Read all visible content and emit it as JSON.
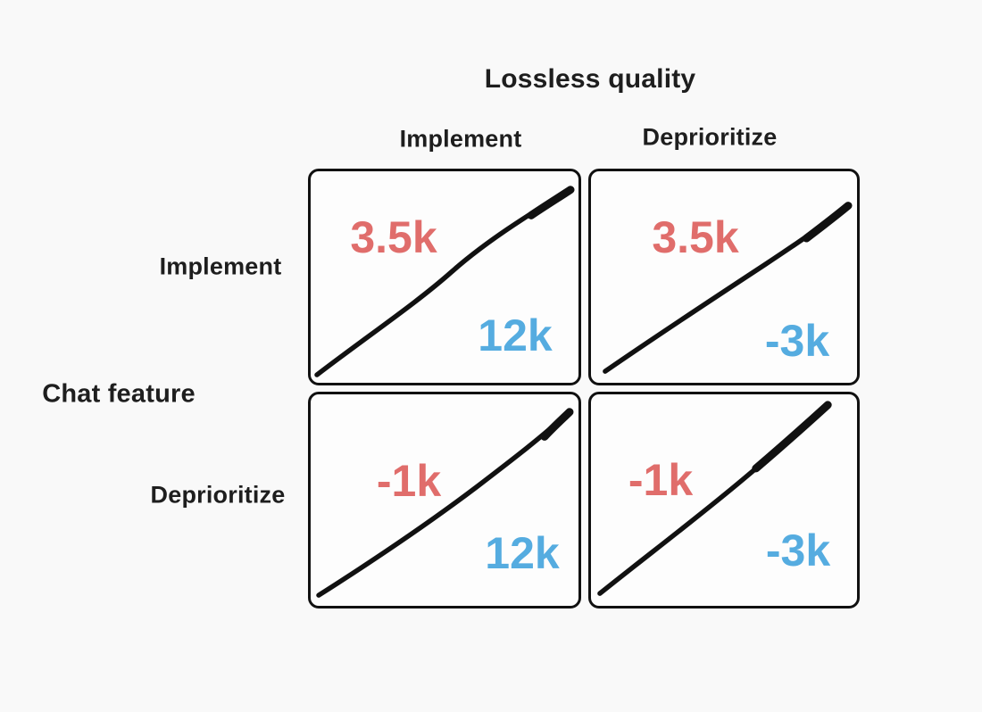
{
  "matrix": {
    "column_axis_title": "Lossless quality",
    "row_axis_title": "Chat feature",
    "columns": [
      "Implement",
      "Deprioritize"
    ],
    "rows": [
      "Implement",
      "Deprioritize"
    ],
    "cells": [
      {
        "row": "Implement",
        "column": "Implement",
        "red_value": "3.5k",
        "blue_value": "12k"
      },
      {
        "row": "Implement",
        "column": "Deprioritize",
        "red_value": "3.5k",
        "blue_value": "-3k"
      },
      {
        "row": "Deprioritize",
        "column": "Implement",
        "red_value": "-1k",
        "blue_value": "12k"
      },
      {
        "row": "Deprioritize",
        "column": "Deprioritize",
        "red_value": "-1k",
        "blue_value": "-3k"
      }
    ],
    "colors": {
      "red_payoff": "#e06d6b",
      "blue_payoff": "#55ace0",
      "line": "#111111",
      "label": "#1e1e1e"
    }
  }
}
